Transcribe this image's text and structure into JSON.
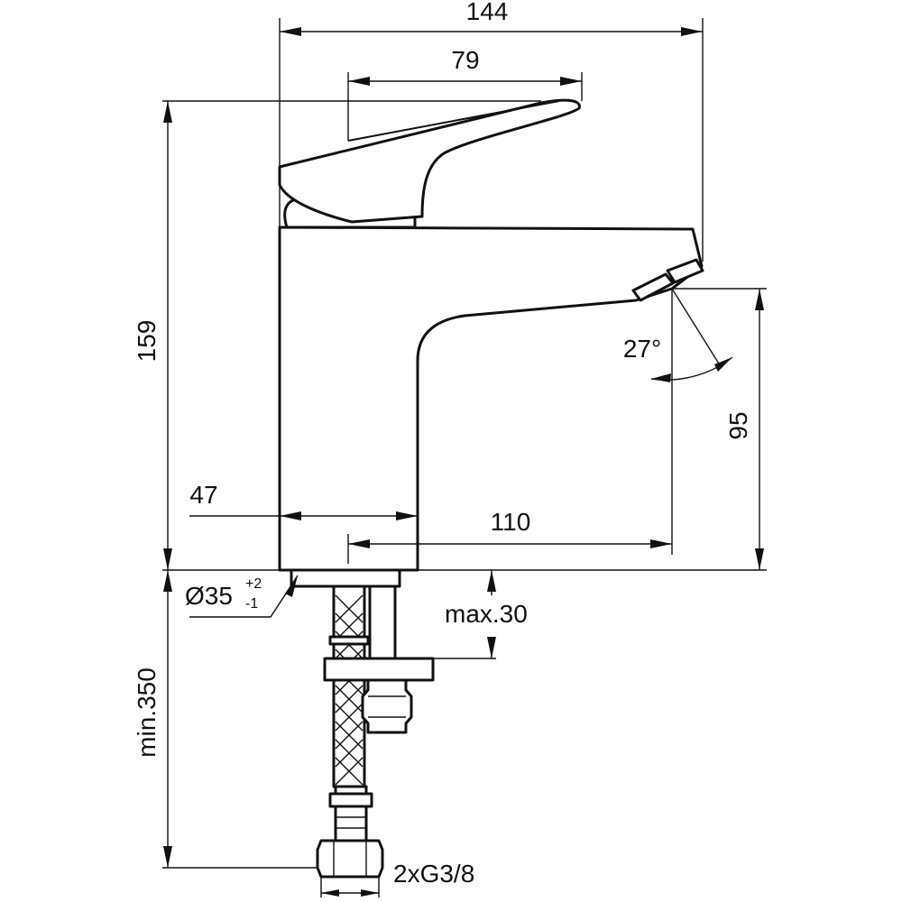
{
  "dimensions": {
    "total_width": "144",
    "handle_width": "79",
    "total_height": "159",
    "spout_height": "95",
    "body_width": "47",
    "spout_reach": "110",
    "spout_angle": "27°",
    "base_diameter": "Ø35",
    "base_tol_plus": "+2",
    "base_tol_minus": "-1",
    "max_deck_thickness": "max.30",
    "hose_length": "min.350",
    "connections": "2xG3/8"
  }
}
